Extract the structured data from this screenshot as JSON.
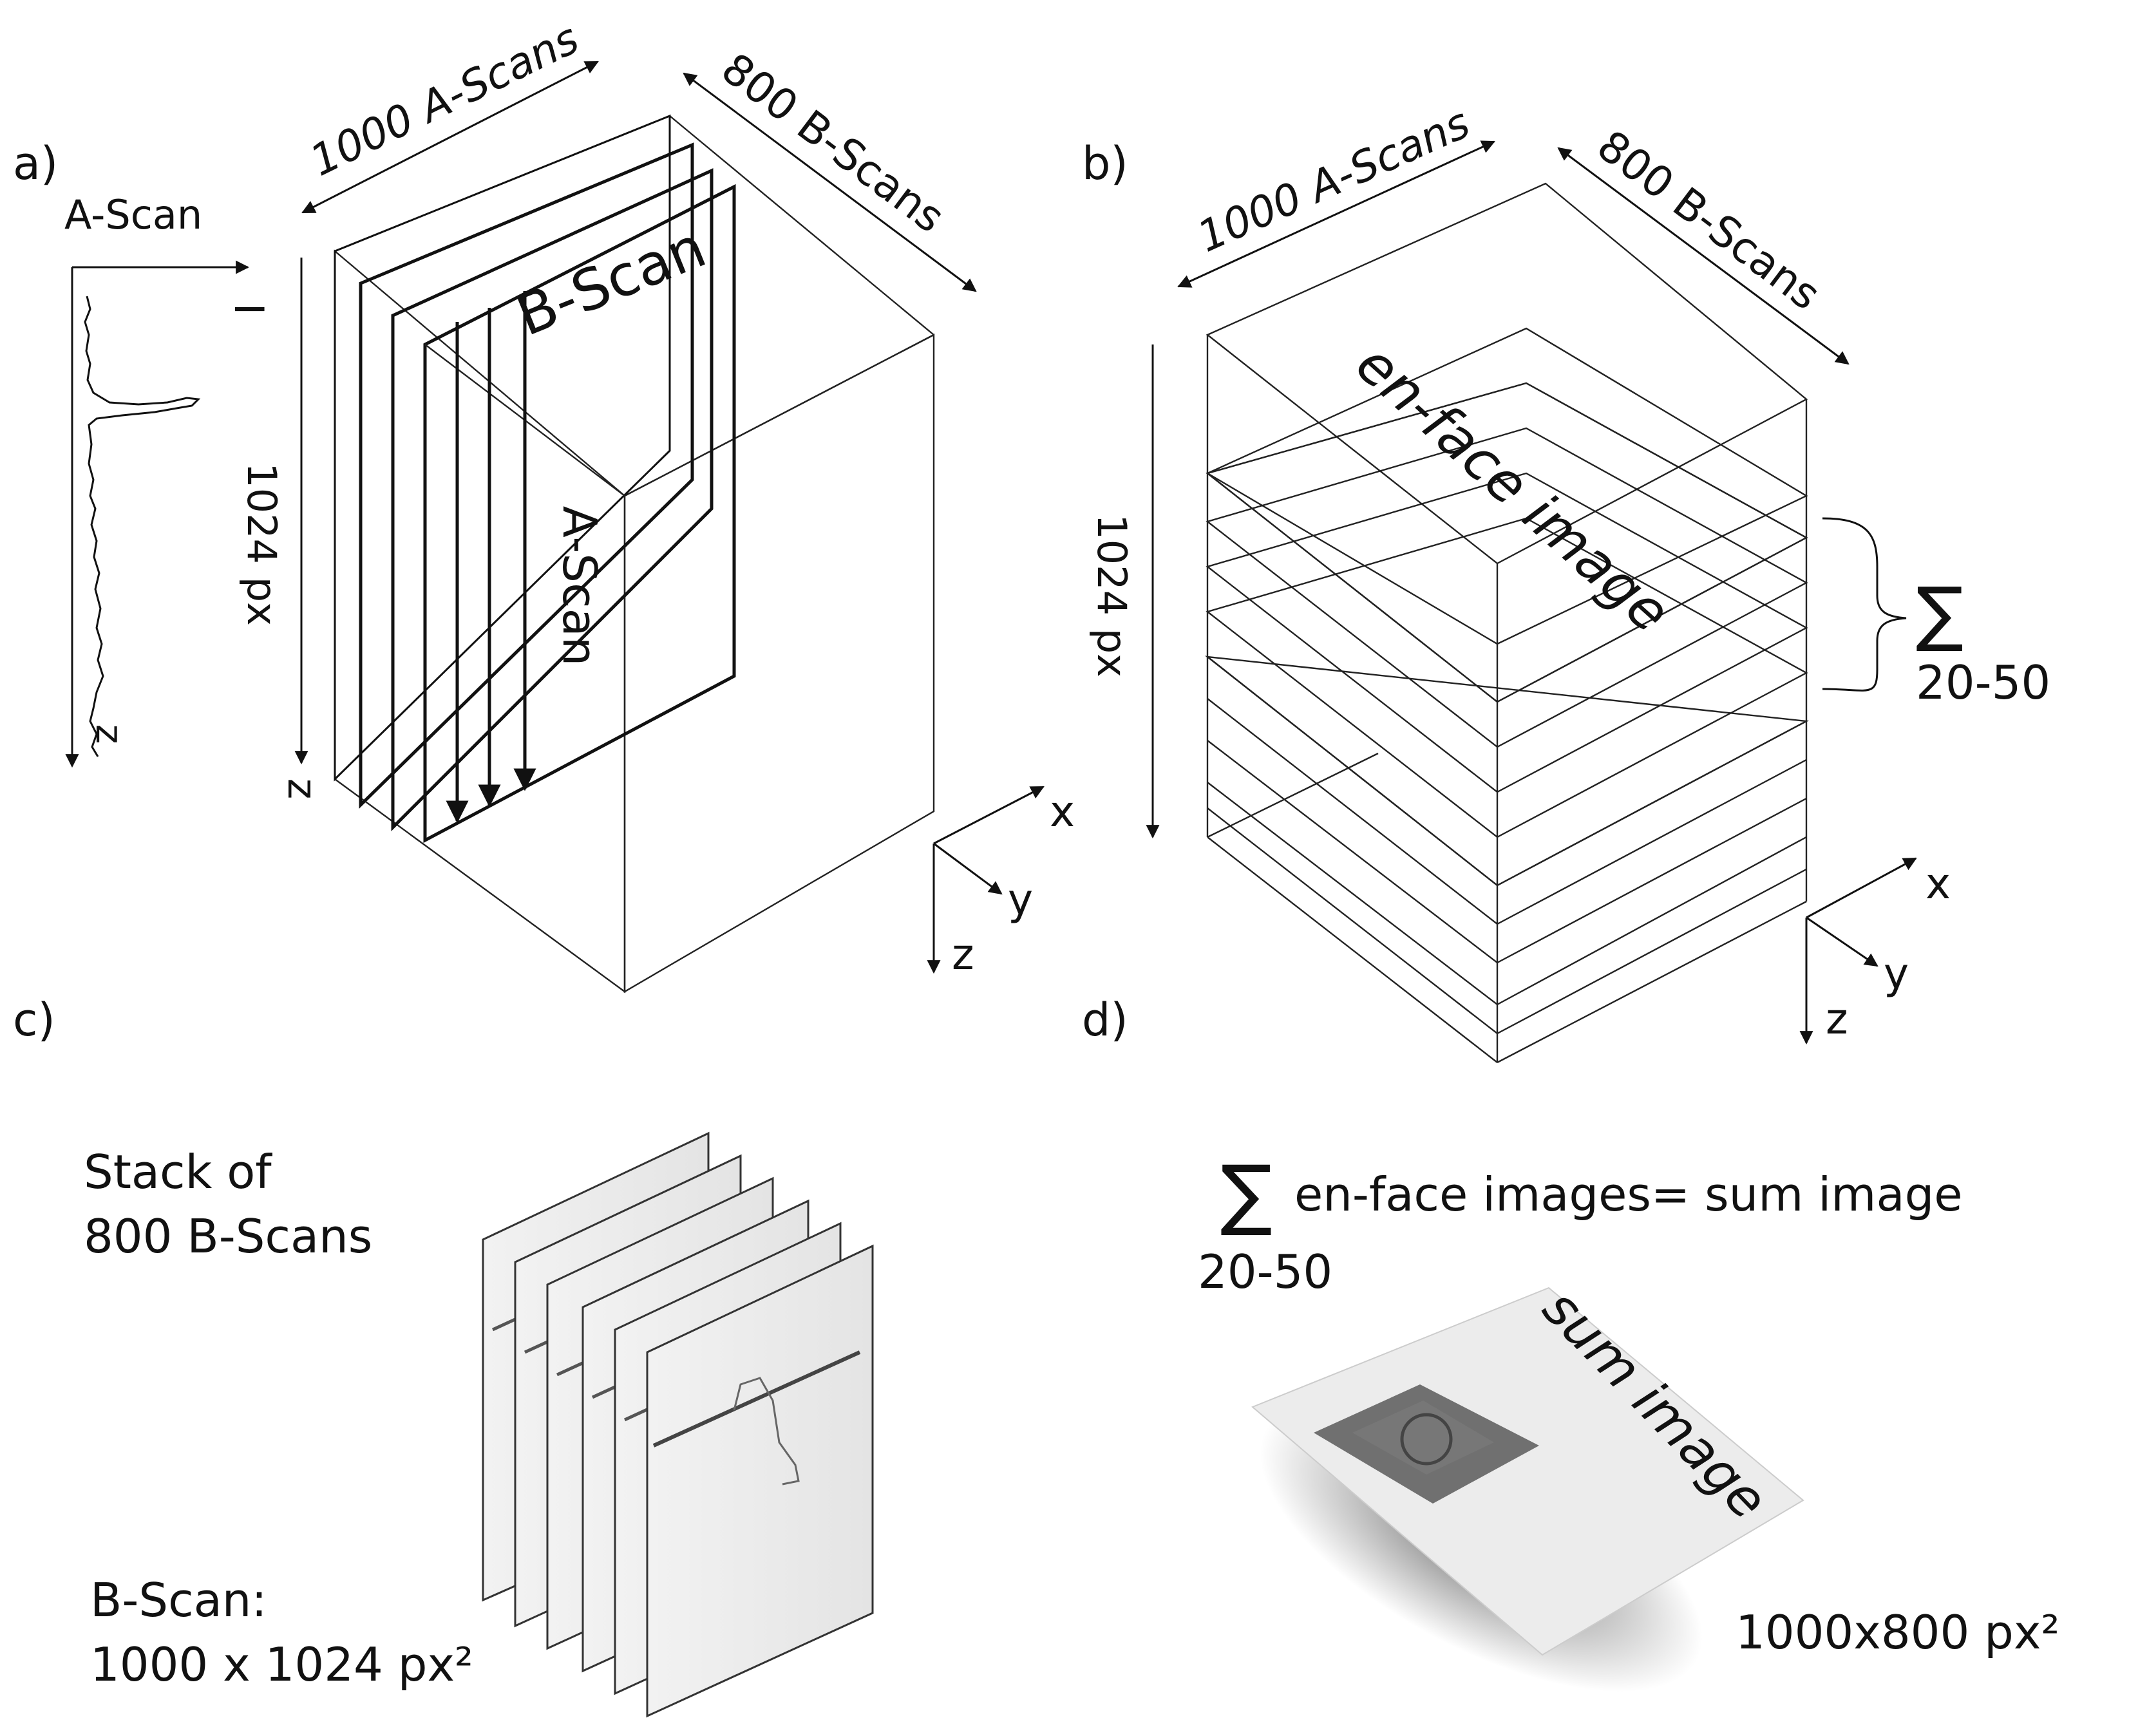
{
  "panels": {
    "a": {
      "label": "a)",
      "ascan_title": "A-Scan",
      "intensity_axis": "I",
      "depth_axis": "z",
      "a_scans_dim": "1000 A-Scans",
      "b_scans_dim": "800 B-Scans",
      "depth_dim": "1024 px",
      "depth_axis_z": "z",
      "bscan_label": "B-Scan",
      "ascan_label": "A-Scan",
      "axes": {
        "x": "x",
        "y": "y",
        "z": "z"
      }
    },
    "b": {
      "label": "b)",
      "a_scans_dim": "1000 A-Scans",
      "b_scans_dim": "800 B-Scans",
      "depth_dim": "1024 px",
      "enface_label": "en-face image",
      "sum_symbol": "∑",
      "sum_range": "20-50",
      "axes": {
        "x": "x",
        "y": "y",
        "z": "z"
      }
    },
    "c": {
      "label": "c)",
      "stack_line1": "Stack of",
      "stack_line2": "800 B-Scans",
      "bscan_size_line1": "B-Scan:",
      "bscan_size_line2": "1000 x 1024 px²"
    },
    "d": {
      "label": "d)",
      "sum_symbol": "∑",
      "formula": "en-face images= sum image",
      "sum_range": "20-50",
      "sum_image_label": "sum image",
      "size": "1000x800 px²"
    }
  },
  "colors": {
    "line": "#111111",
    "hatch": "#bdbdbd",
    "scan_fill": "#eeeeee",
    "sum_fill": "#e6e6e6",
    "stamp": "#555555"
  }
}
